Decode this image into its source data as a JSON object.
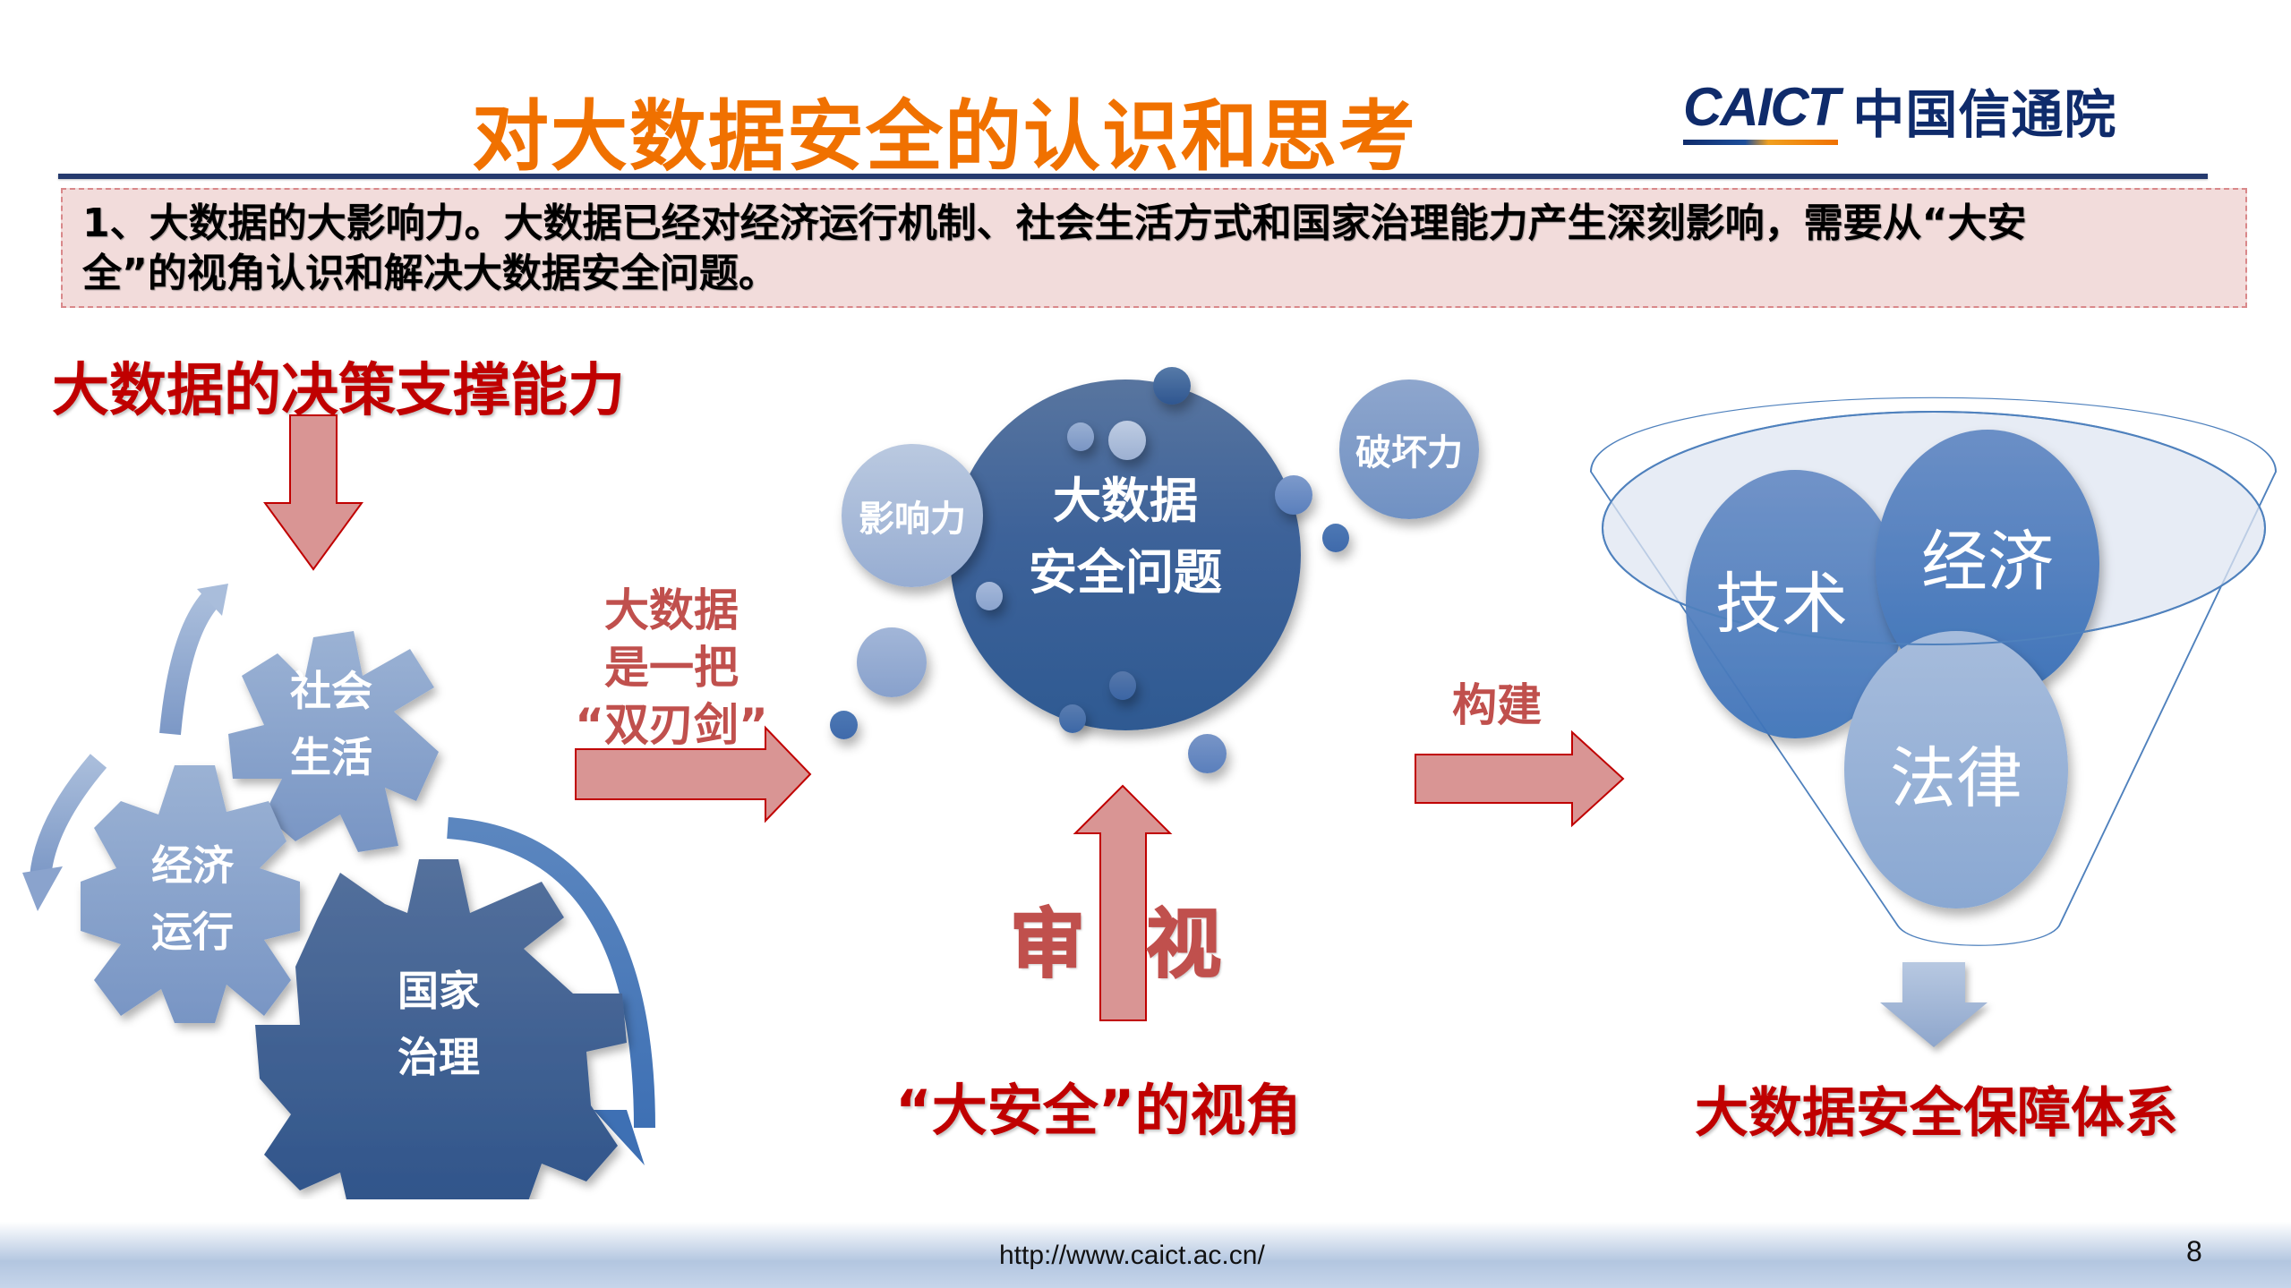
{
  "slide": {
    "title": "对大数据安全的认识和思考",
    "logo": {
      "en": "CAICT",
      "cn": "中国信通院"
    },
    "intro": {
      "line1": "1、大数据的大影响力。大数据已经对经济运行机制、社会生活方式和国家治理能力产生深刻影响，需要从“大安",
      "line2": "全”的视角认识和解决大数据安全问题。"
    },
    "left": {
      "heading": "大数据的决策支撑能力",
      "gears": [
        {
          "line1": "社会",
          "line2": "生活"
        },
        {
          "line1": "经济",
          "line2": "运行"
        },
        {
          "line1": "国家",
          "line2": "治理"
        }
      ]
    },
    "double_edge": {
      "line1": "大数据",
      "line2": "是一把",
      "line3": "“双刃剑”"
    },
    "center": {
      "main_bubble": {
        "line1": "大数据",
        "line2": "安全问题"
      },
      "influence": "影响力",
      "destructive": "破坏力",
      "examine": {
        "left": "审",
        "right": "视"
      },
      "perspective": "“大安全”的视角"
    },
    "build_label": "构建",
    "right": {
      "tech": "技术",
      "economy": "经济",
      "law": "法律",
      "result": "大数据安全保障体系"
    },
    "footer": {
      "url": "http://www.caict.ac.cn/",
      "page": "8"
    },
    "colors": {
      "title_orange": "#f07100",
      "logo_navy": "#0f2b6b",
      "heading_red": "#c00000",
      "soft_red": "#c0504d",
      "arrow_fill": "#d99594",
      "arrow_stroke": "#c00000",
      "dark_blue": "#2f5590",
      "mid_blue": "#4f81bd",
      "light_blue": "#95b3d7",
      "intro_bg": "#f2dcdb"
    }
  }
}
